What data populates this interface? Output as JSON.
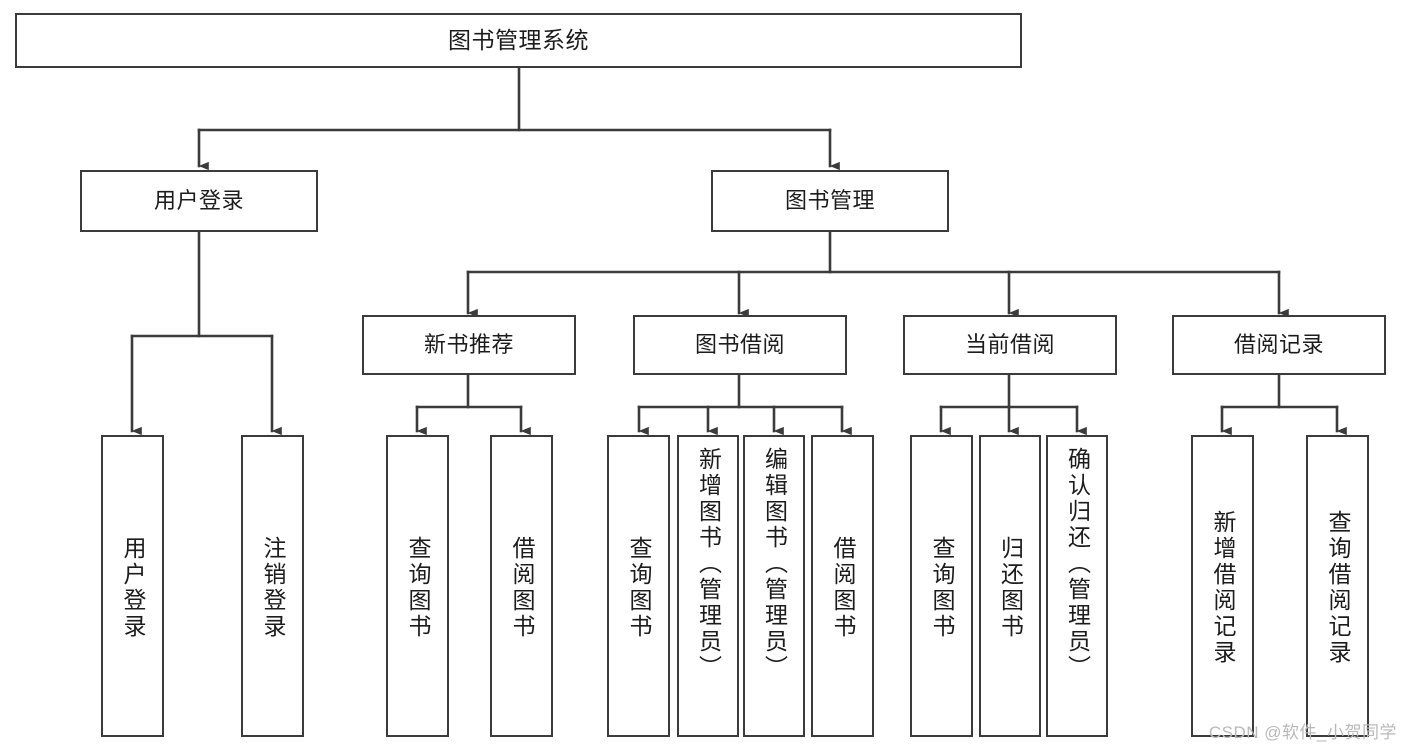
{
  "diagram": {
    "title": "图书管理系统",
    "type": "tree-hierarchy-diagram",
    "colors": {
      "box_border": "#3b3b3b",
      "box_fill": "#ffffff",
      "connector": "#3b3b3b",
      "text": "#1c1c1c",
      "background": "#ffffff",
      "watermark": "#b9b9b9"
    },
    "root": {
      "label": "图书管理系统"
    },
    "level2": [
      {
        "label": "用户登录"
      },
      {
        "label": "图书管理"
      }
    ],
    "level3": [
      {
        "label": "新书推荐"
      },
      {
        "label": "图书借阅"
      },
      {
        "label": "当前借阅"
      },
      {
        "label": "借阅记录"
      }
    ],
    "leaves": {
      "user_login": [
        {
          "label": "用户登录"
        },
        {
          "label": "注销登录"
        }
      ],
      "new_book_recommend": [
        {
          "label": "查询图书"
        },
        {
          "label": "借阅图书"
        }
      ],
      "book_borrow": [
        {
          "label": "查询图书"
        },
        {
          "label": "新增图书（管理员）"
        },
        {
          "label": "编辑图书（管理员）"
        },
        {
          "label": "借阅图书"
        }
      ],
      "current_borrow": [
        {
          "label": "查询图书"
        },
        {
          "label": "归还图书"
        },
        {
          "label": "确认归还（管理员）"
        }
      ],
      "borrow_record": [
        {
          "label": "新增借阅记录"
        },
        {
          "label": "查询借阅记录"
        }
      ]
    }
  },
  "watermark": {
    "text": "CSDN @软件_小贺同学"
  }
}
